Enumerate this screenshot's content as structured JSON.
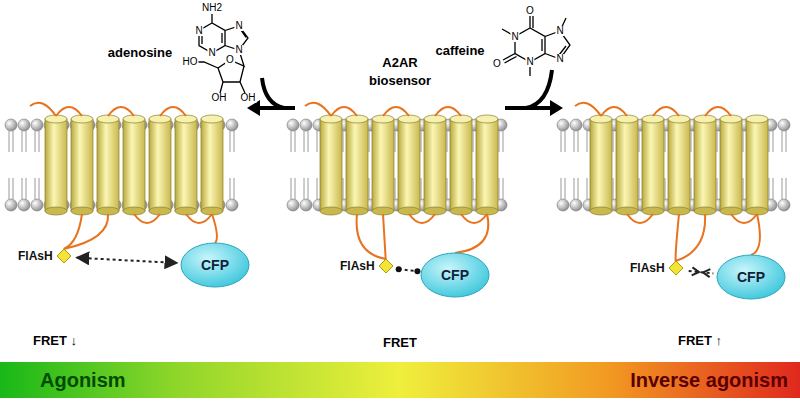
{
  "diagram": {
    "nodes": [
      {
        "text": [
          "FlAsH"
        ]
      },
      {
        "text": [
          "CFP"
        ]
      },
      {
        "text": [
          "FlAsH"
        ]
      },
      {
        "text": [
          "CFP"
        ]
      },
      {
        "text": [
          "FlAsH"
        ]
      },
      {
        "text": [
          "CFP"
        ]
      },
      {
        "text": [
          "Agonism",
          "Inverse agonism"
        ]
      }
    ],
    "edges": [
      {
        "from": 0,
        "to": 1,
        "arrow": "both"
      },
      {
        "from": 2,
        "to": 3,
        "arrow": "none"
      },
      {
        "from": 4,
        "to": 5,
        "arrow": "none"
      }
    ],
    "labels": [
      "NH2",
      "N",
      "N",
      "N",
      "N",
      "O",
      "HO",
      "OH",
      "OH",
      "adenosine",
      "A2AR",
      "biosensor",
      "caffeine",
      "O",
      "O",
      "N",
      "N",
      "N",
      "N",
      "FRET ↓",
      "FRET",
      "FRET ↑"
    ]
  }
}
